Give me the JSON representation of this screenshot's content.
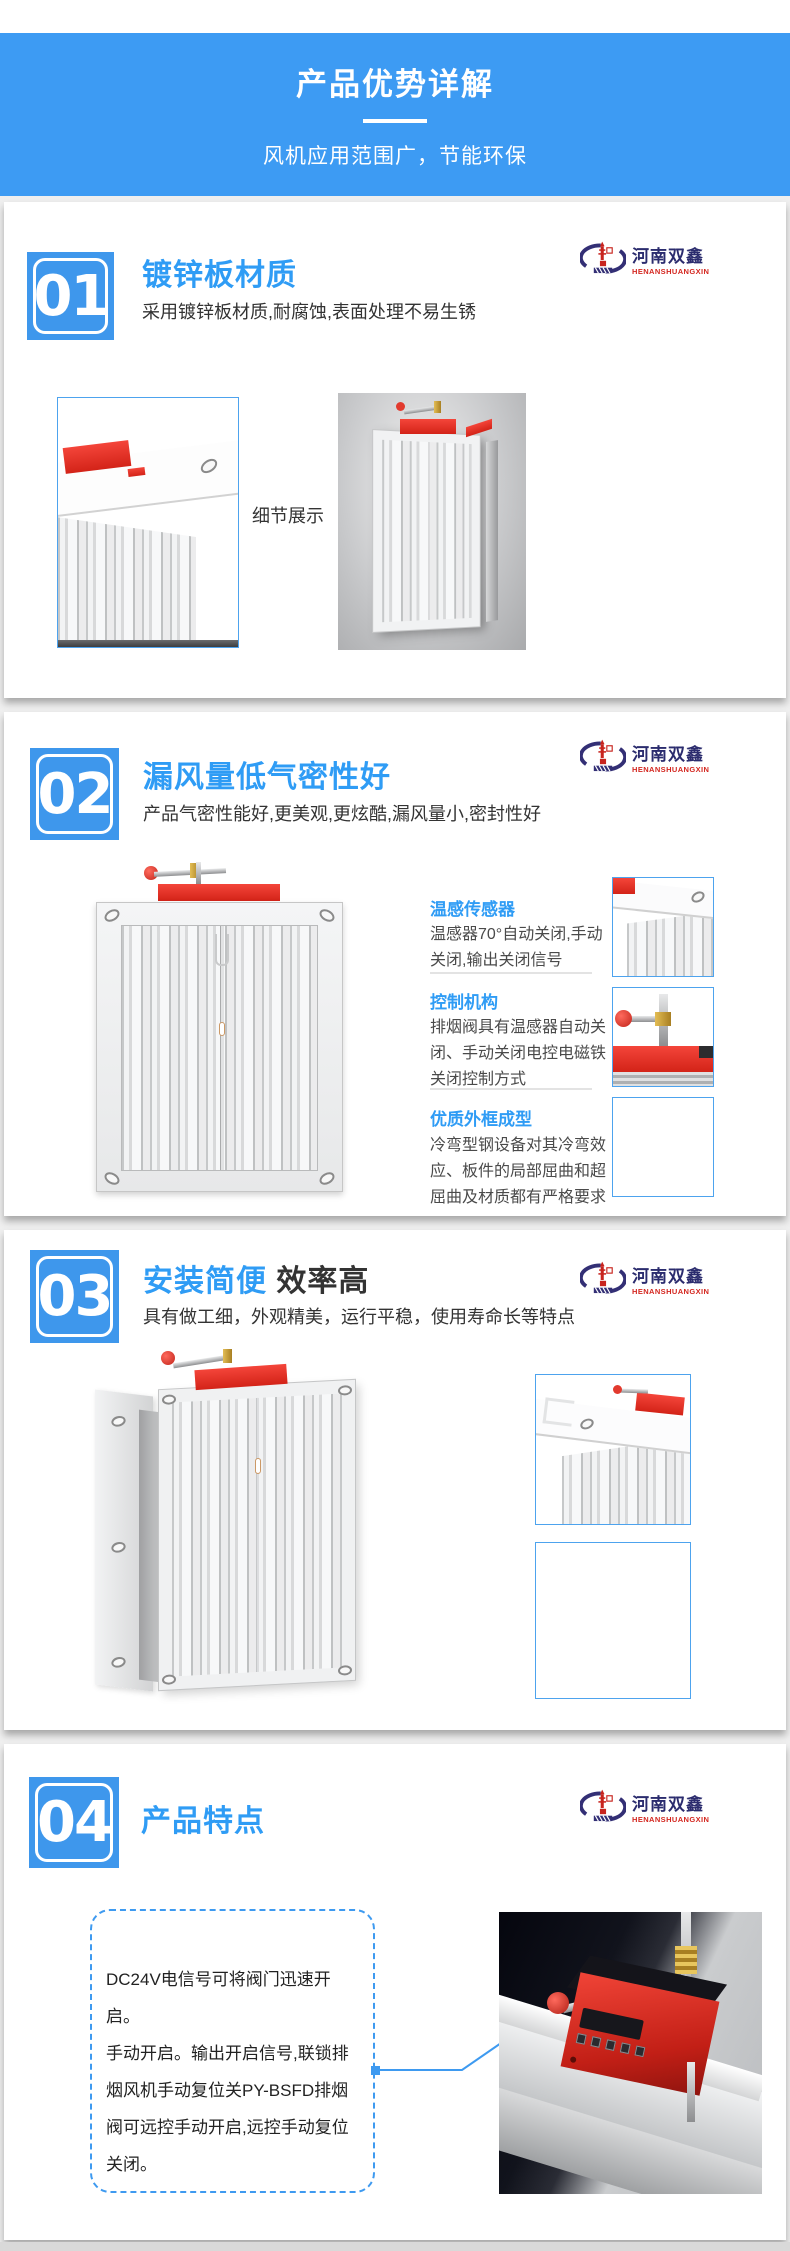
{
  "header": {
    "title": "产品优势详解",
    "subtitle": "风机应用范围广，节能环保"
  },
  "brand": {
    "name_cn": "河南双鑫",
    "name_en": "HENANSHUANGXIN"
  },
  "colors": {
    "banner_blue": "#3d9bf3",
    "accent_blue": "#2f9cf5",
    "numbox_blue": "#3e97ec",
    "image_border_blue": "#4da3ee",
    "logo_navy": "#2b2c6e",
    "logo_red": "#d3261f",
    "product_red": "#e8352c"
  },
  "sections": [
    {
      "number": "01",
      "title": "镀锌板材质",
      "subtitle": "采用镀锌板材质,耐腐蚀,表面处理不易生锈",
      "detail_label": "细节展示"
    },
    {
      "number": "02",
      "title": "漏风量低气密性好",
      "subtitle": "产品气密性能好,更美观,更炫酷,漏风量小,密封性好",
      "features": [
        {
          "title": "温感传感器",
          "body": "温感器70°自动关闭,手动\n关闭,输出关闭信号"
        },
        {
          "title": "控制机构",
          "body": "排烟阀具有温感器自动关\n闭、手动关闭电控电磁铁\n关闭控制方式"
        },
        {
          "title": "优质外框成型",
          "body": "冷弯型钢设备对其冷弯效\n应、板件的局部屈曲和超\n屈曲及材质都有严格要求"
        }
      ]
    },
    {
      "number": "03",
      "title": "安装简便",
      "title_rest": " 效率高",
      "subtitle": "具有做工细，外观精美，运行平稳，使用寿命长等特点"
    },
    {
      "number": "04",
      "title": "产品特点",
      "feature_text": "DC24V电信号可将阀门迅速开启。\n手动开启。输出开启信号,联锁排\n烟风机手动复位关PY-BSFD排烟\n阀可远控手动开启,远控手动复位\n关闭。"
    }
  ]
}
